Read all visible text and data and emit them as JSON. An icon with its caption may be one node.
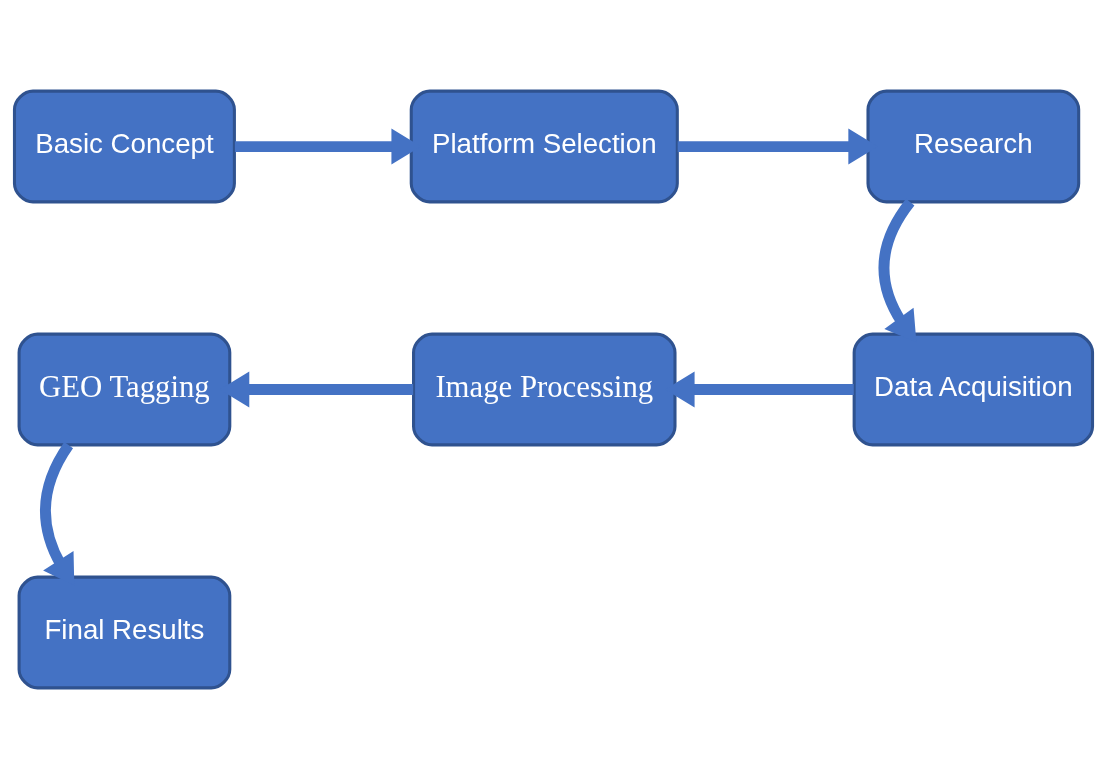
{
  "diagram": {
    "nodes": [
      {
        "text": [
          "Basic Concept"
        ]
      },
      {
        "text": [
          "Platform Selection"
        ]
      },
      {
        "text": [
          "Research"
        ]
      },
      {
        "text": [
          "Data Acquisition"
        ]
      },
      {
        "text": [
          "Image Processing"
        ]
      },
      {
        "text": [
          "GEO Tagging"
        ]
      },
      {
        "text": [
          "Final Results"
        ]
      }
    ],
    "edges": [
      {
        "from": 0,
        "to": 1,
        "arrow": "to"
      },
      {
        "from": 1,
        "to": 2,
        "arrow": "to"
      },
      {
        "from": 2,
        "to": 3,
        "arrow": "to"
      },
      {
        "from": 3,
        "to": 4,
        "arrow": "to"
      },
      {
        "from": 4,
        "to": 5,
        "arrow": "to"
      },
      {
        "from": 5,
        "to": 6,
        "arrow": "to"
      }
    ]
  }
}
